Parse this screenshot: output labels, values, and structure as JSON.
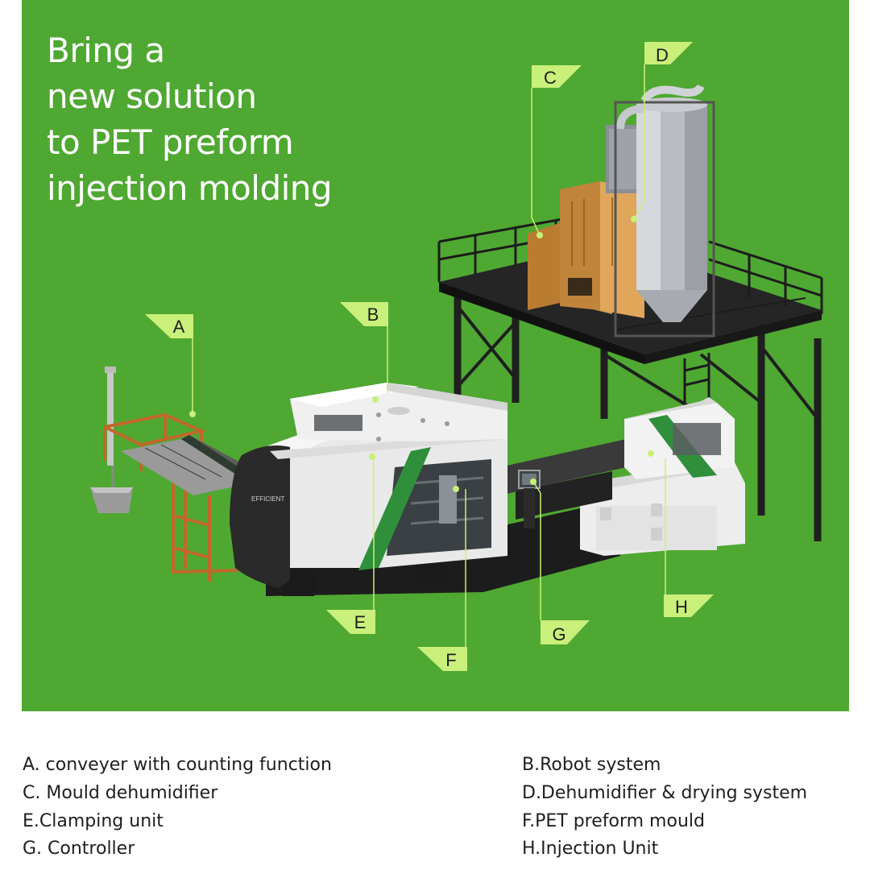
{
  "headline": [
    "Bring a",
    "new solution",
    "to PET preform",
    "injection molding"
  ],
  "machine_brand": "EFFICIENT",
  "tags": [
    {
      "letter": "A"
    },
    {
      "letter": "B"
    },
    {
      "letter": "C"
    },
    {
      "letter": "D"
    },
    {
      "letter": "E"
    },
    {
      "letter": "F"
    },
    {
      "letter": "G"
    },
    {
      "letter": "H"
    }
  ],
  "legend": [
    "A. conveyer with counting function",
    "B.Robot system",
    "C. Mould dehumidifier",
    "D.Dehumidifier & drying system",
    "E.Clamping unit",
    "F.PET preform mould",
    "G. Controller",
    "H.Injection Unit"
  ],
  "colors": {
    "background": "#4fa832",
    "tag": "#c9f07a",
    "machine_body": "#ececec",
    "machine_dark": "#2b2b2b",
    "accent_stripe": "#2f8f3a",
    "dryer_cabinet": "#c98a3c",
    "conveyor": "#c0682c",
    "platform": "#1f1f1f"
  }
}
